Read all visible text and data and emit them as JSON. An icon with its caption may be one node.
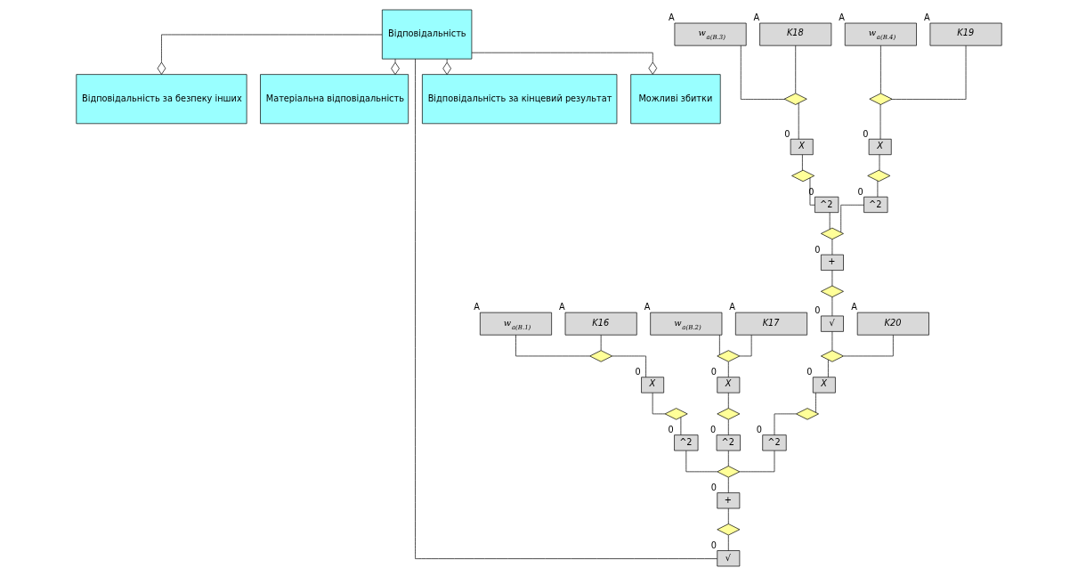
{
  "diagram": {
    "nodes": [
      {
        "text": [
          "Відповідальність"
        ]
      },
      {
        "text": [
          "Відповідальність за безпеку інших"
        ]
      },
      {
        "text": [
          "Матеріальна відповідальність"
        ]
      },
      {
        "text": [
          "Відповідальність за кінцевий результат"
        ]
      },
      {
        "text": [
          "Можливі збитки"
        ]
      },
      {
        "text": [
          "w$_{a(B.1)}$"
        ],
        "beside": [
          "A"
        ]
      },
      {
        "text": [
          "K16"
        ],
        "beside": [
          "A"
        ]
      },
      {
        "text": [],
        "shape": "diamond"
      },
      {
        "text": [
          "X"
        ],
        "beside": [
          "0"
        ]
      },
      {
        "text": [],
        "shape": "diamond"
      },
      {
        "text": [
          "^2"
        ],
        "beside": [
          "0"
        ]
      },
      {
        "text": [
          "w$_{a(B.2)}$"
        ],
        "beside": [
          "A"
        ]
      },
      {
        "text": [
          "K17"
        ],
        "beside": [
          "A"
        ]
      },
      {
        "text": [],
        "shape": "diamond"
      },
      {
        "text": [
          "X"
        ],
        "beside": [
          "0"
        ]
      },
      {
        "text": [],
        "shape": "diamond"
      },
      {
        "text": [
          "^2"
        ],
        "beside": [
          "0"
        ]
      },
      {
        "text": [
          "w$_{a(B.3)}$"
        ],
        "beside": [
          "A"
        ]
      },
      {
        "text": [
          "K18"
        ],
        "beside": [
          "A"
        ]
      },
      {
        "text": [],
        "shape": "diamond"
      },
      {
        "text": [
          "X"
        ],
        "beside": [
          "0"
        ]
      },
      {
        "text": [],
        "shape": "diamond"
      },
      {
        "text": [
          "^2"
        ],
        "beside": [
          "0"
        ]
      },
      {
        "text": [
          "w$_{a(B.4)}$"
        ],
        "beside": [
          "A"
        ]
      },
      {
        "text": [
          "K19"
        ],
        "beside": [
          "A"
        ]
      },
      {
        "text": [],
        "shape": "diamond"
      },
      {
        "text": [
          "X"
        ],
        "beside": [
          "0"
        ]
      },
      {
        "text": [],
        "shape": "diamond"
      },
      {
        "text": [
          "^2"
        ],
        "beside": [
          "0"
        ]
      },
      {
        "text": [],
        "shape": "diamond"
      },
      {
        "text": [],
        "shape": "diamond"
      },
      {
        "text": [
          "^2"
        ],
        "beside": [
          "0"
        ]
      },
      {
        "text": [],
        "shape": "diamond"
      },
      {
        "text": [
          "X"
        ],
        "beside": [
          "0"
        ]
      },
      {
        "text": [],
        "shape": "diamond"
      },
      {
        "text": [
          "√"
        ],
        "beside": [
          "0"
        ]
      },
      {
        "text": [],
        "shape": "diamond"
      },
      {
        "text": [
          "+"
        ],
        "beside": [
          "0"
        ]
      },
      {
        "text": [
          "+"
        ],
        "beside": [
          "0"
        ]
      },
      {
        "text": [],
        "shape": "diamond"
      },
      {
        "text": [
          "√"
        ],
        "beside": [
          "0"
        ]
      },
      {
        "text": [
          "K20"
        ],
        "beside": [
          "A"
        ]
      }
    ],
    "edges": [
      {
        "from": 0,
        "to": 1,
        "arrow": "other"
      },
      {
        "from": 0,
        "to": 2,
        "arrow": "other"
      },
      {
        "from": 0,
        "to": 3,
        "arrow": "other"
      },
      {
        "from": 0,
        "to": 4,
        "arrow": "other"
      },
      {
        "from": 5,
        "to": 7,
        "arrow": "none"
      },
      {
        "from": 6,
        "to": 7,
        "arrow": "none"
      },
      {
        "from": 7,
        "to": 8,
        "arrow": "none"
      },
      {
        "from": 8,
        "to": 9,
        "arrow": "none"
      },
      {
        "from": 9,
        "to": 10,
        "arrow": "none"
      },
      {
        "from": 11,
        "to": 13,
        "arrow": "none"
      },
      {
        "from": 12,
        "to": 13,
        "arrow": "none"
      },
      {
        "from": 13,
        "to": 14,
        "arrow": "none"
      },
      {
        "from": 14,
        "to": 15,
        "arrow": "none"
      },
      {
        "from": 15,
        "to": 16,
        "arrow": "none"
      },
      {
        "from": 17,
        "to": 19,
        "arrow": "none"
      },
      {
        "from": 18,
        "to": 19,
        "arrow": "none"
      },
      {
        "from": 19,
        "to": 20,
        "arrow": "none"
      },
      {
        "from": 20,
        "to": 21,
        "arrow": "none"
      },
      {
        "from": 21,
        "to": 22,
        "arrow": "none"
      },
      {
        "from": 23,
        "to": 25,
        "arrow": "none"
      },
      {
        "from": 24,
        "to": 25,
        "arrow": "none"
      },
      {
        "from": 25,
        "to": 26,
        "arrow": "none"
      },
      {
        "from": 26,
        "to": 27,
        "arrow": "none"
      },
      {
        "from": 27,
        "to": 28,
        "arrow": "none"
      },
      {
        "from": 10,
        "to": 30,
        "arrow": "none"
      },
      {
        "from": 16,
        "to": 30,
        "arrow": "none"
      },
      {
        "from": 22,
        "to": 29,
        "arrow": "none"
      },
      {
        "from": 28,
        "to": 29,
        "arrow": "none"
      },
      {
        "from": 29,
        "to": 37,
        "arrow": "none"
      },
      {
        "from": 37,
        "to": 36,
        "arrow": "none"
      },
      {
        "from": 36,
        "to": 35,
        "arrow": "none"
      },
      {
        "from": 35,
        "to": 34,
        "arrow": "none"
      },
      {
        "from": 34,
        "to": 33,
        "arrow": "none"
      },
      {
        "from": 41,
        "to": 34,
        "arrow": "none"
      },
      {
        "from": 33,
        "to": 32,
        "arrow": "none"
      },
      {
        "from": 32,
        "to": 31,
        "arrow": "none"
      },
      {
        "from": 31,
        "to": 30,
        "arrow": "none"
      },
      {
        "from": 30,
        "to": 38,
        "arrow": "none"
      },
      {
        "from": 38,
        "to": 39,
        "arrow": "none"
      },
      {
        "from": 39,
        "to": 40,
        "arrow": "none"
      },
      {
        "from": 40,
        "to": 0,
        "arrow": "none"
      }
    ]
  }
}
